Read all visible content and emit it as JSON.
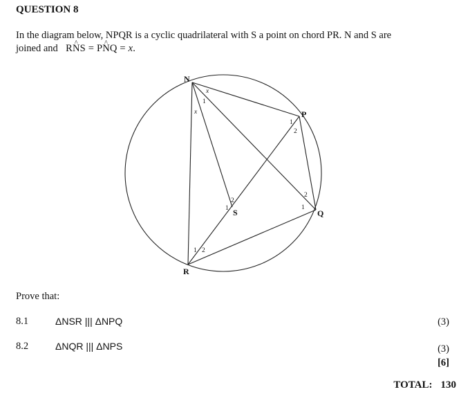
{
  "question": {
    "title": "QUESTION 8",
    "intro_line1": "In the diagram below, NPQR is a cyclic quadrilateral with S a point on chord PR. N and S are",
    "intro_line2_pre": "joined and",
    "eq_R": "R",
    "eq_N1": "N",
    "eq_S": "S",
    "eq_equals1": " = ",
    "eq_P": "P",
    "eq_N2": "N",
    "eq_Q": "Q",
    "eq_equals2": " = ",
    "eq_x": "x",
    "eq_end": "."
  },
  "diagram": {
    "labels": {
      "N": "N",
      "P": "P",
      "Q": "Q",
      "R": "R",
      "S": "S"
    },
    "angle_marks": {
      "n_x_top": "x",
      "n_1": "1",
      "n_x_left": "x",
      "p_1": "1",
      "p_2": "2",
      "q_2": "2",
      "q_1": "1",
      "s_2": "2",
      "s_1": "1",
      "r_1": "1",
      "r_2": "2"
    }
  },
  "prove": {
    "heading": "Prove that:",
    "items": [
      {
        "number": "8.1",
        "statement": "ΔNSR ||| ΔNPQ",
        "marks": "(3)"
      },
      {
        "number": "8.2",
        "statement": "ΔNQR ||| ΔNPS",
        "marks": "(3)"
      }
    ],
    "subtotal": "[6]"
  },
  "total": {
    "label": "TOTAL:",
    "value": "130"
  }
}
